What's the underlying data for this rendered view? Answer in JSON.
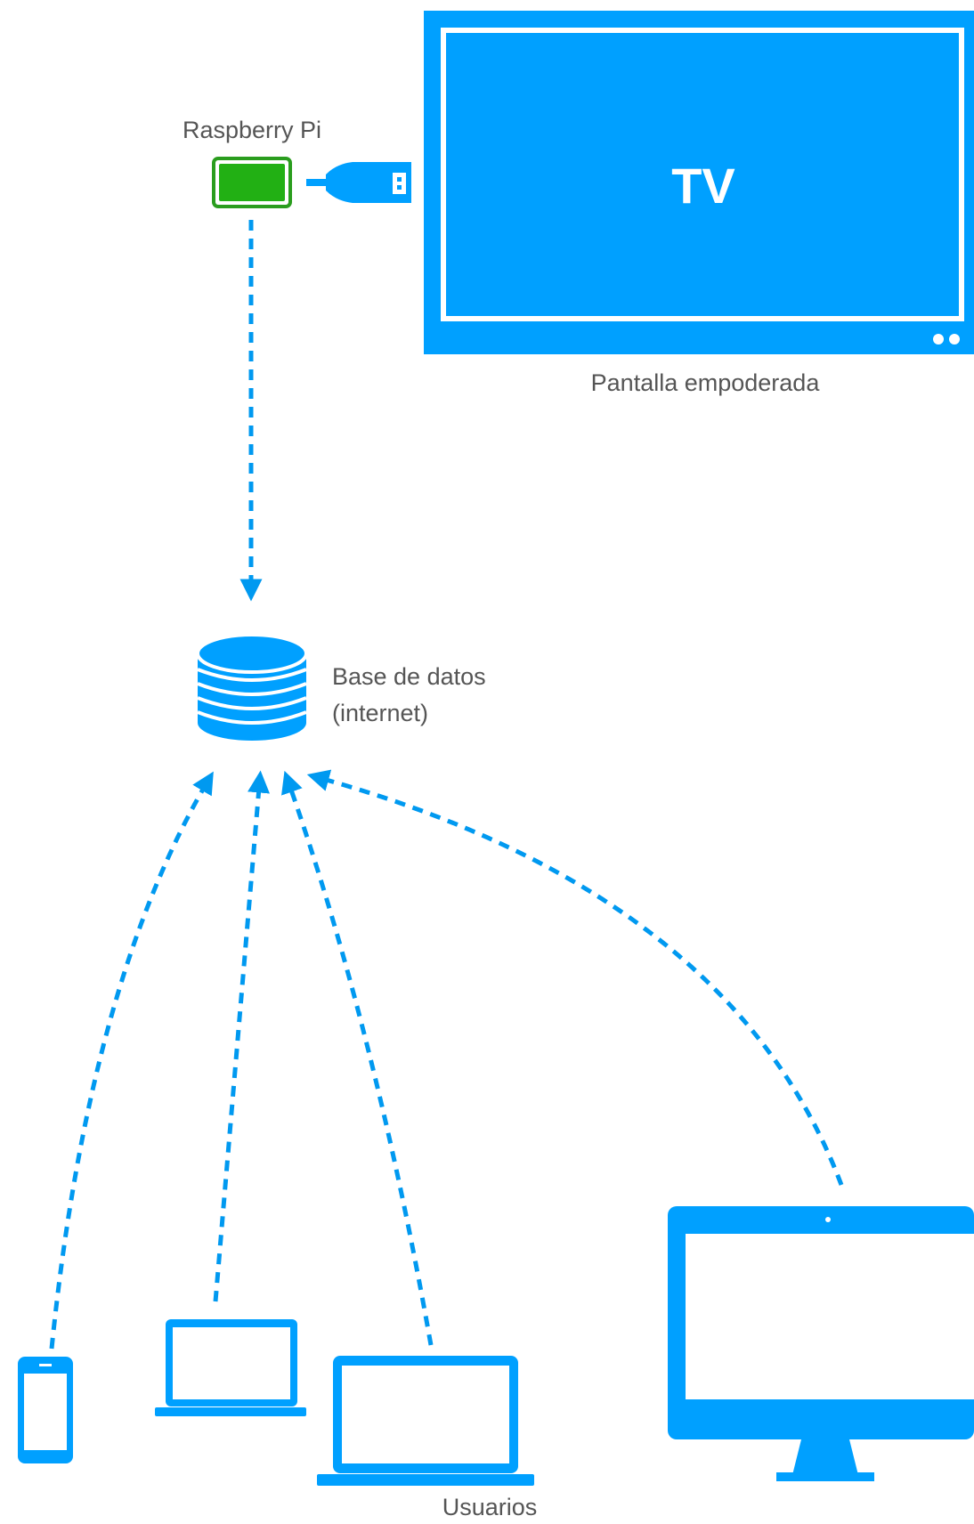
{
  "labels": {
    "tv": "TV",
    "raspberry_pi": "Raspberry Pi",
    "screen": "Pantalla empoderada",
    "database_line1": "Base de datos",
    "database_line2": "(internet)",
    "users": "Usuarios"
  },
  "icons": {
    "tv": "tv-icon",
    "raspberry_pi": "raspberry-pi-icon",
    "hdmi": "hdmi-plug-icon",
    "database": "database-icon",
    "phone": "phone-icon",
    "laptop_small": "laptop-icon",
    "laptop_large": "laptop-icon",
    "monitor": "desktop-monitor-icon"
  },
  "colors": {
    "primary": "#00a0ff",
    "arrow": "#0099f0",
    "raspberry_fill": "#22b014",
    "raspberry_border": "#2a9d1e",
    "label_text": "#555555",
    "tv_text": "#ffffff"
  }
}
